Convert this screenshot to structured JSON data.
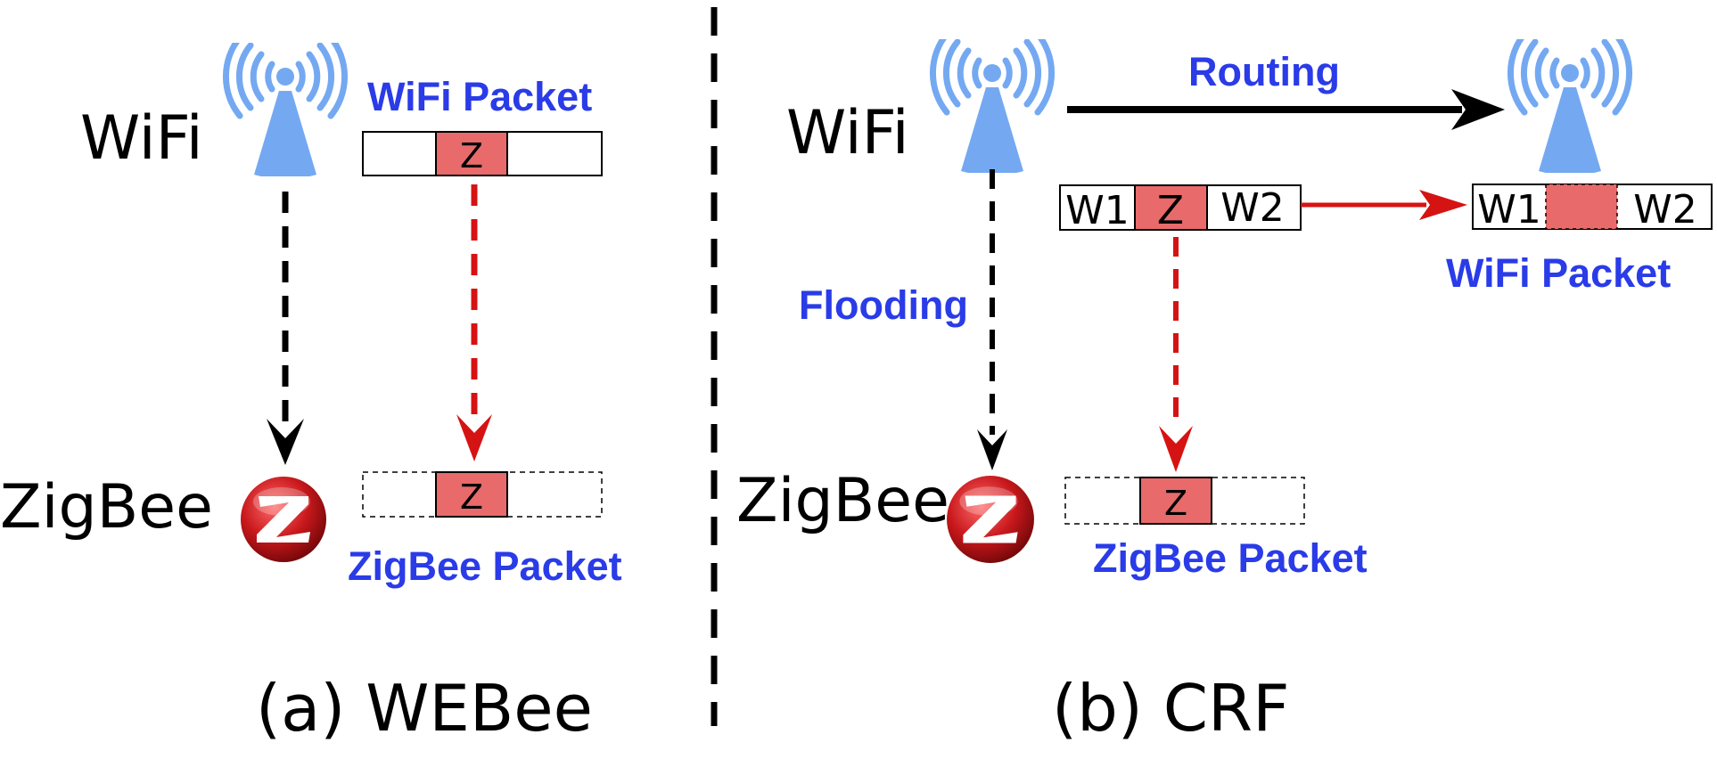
{
  "colors": {
    "label_blue": "#2a3be8",
    "antenna_blue": "#74a9f2",
    "z_fill": "#e86a6a",
    "red_arrow": "#d61313",
    "black": "#000000",
    "zigbee_logo_red": "#c8181c"
  },
  "left_panel": {
    "wifi_label": "WiFi",
    "wifi_packet_label": "WiFi Packet",
    "wifi_packet_cell": "Z",
    "zigbee_label": "ZigBee",
    "zigbee_packet_cell": "Z",
    "zigbee_packet_label": "ZigBee Packet",
    "caption": "(a) WEBee"
  },
  "right_panel": {
    "wifi_label": "WiFi",
    "routing_label": "Routing",
    "flooding_label": "Flooding",
    "packet_cells": [
      "W1",
      "Z",
      "W2"
    ],
    "received_cells": [
      "W1",
      "",
      "W2"
    ],
    "wifi_packet_label": "WiFi Packet",
    "zigbee_label": "ZigBee",
    "zigbee_packet_cell": "Z",
    "zigbee_packet_label": "ZigBee Packet",
    "caption": "(b) CRF"
  },
  "icons": {
    "antenna": "wifi-antenna-icon",
    "zigbee": "zigbee-logo-icon"
  }
}
